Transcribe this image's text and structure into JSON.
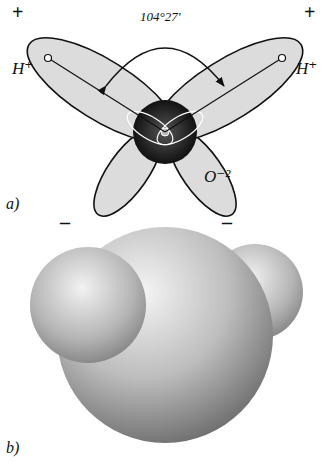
{
  "diagram": {
    "labels": [
      "+",
      "104°27'",
      "+",
      "H⁺",
      "H⁺",
      "O⁻²",
      "a)",
      "–",
      "–",
      "b)"
    ]
  }
}
